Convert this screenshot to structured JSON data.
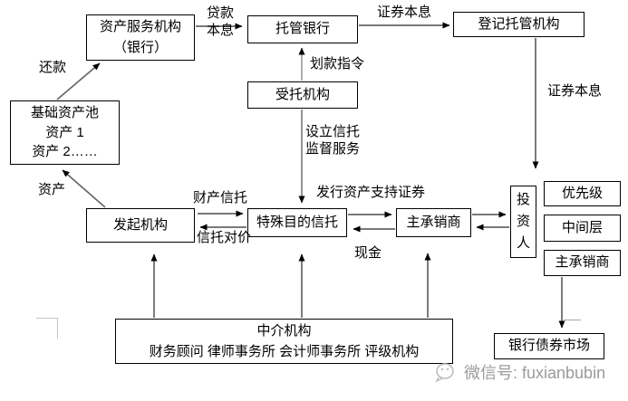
{
  "diagram": {
    "nodes": {
      "asset_service": {
        "line1": "资产服务机构",
        "line2": "（银行）"
      },
      "custodian_bank": {
        "label": "托管银行"
      },
      "registry": {
        "label": "登记托管机构"
      },
      "trustee": {
        "label": "受托机构"
      },
      "asset_pool": {
        "line1": "基础资产池",
        "line2": "资产 1",
        "line3": "资产 2……"
      },
      "originator": {
        "label": "发起机构"
      },
      "spt": {
        "label": "特殊目的信托"
      },
      "underwriter": {
        "label": "主承销商"
      },
      "investor": {
        "label": "投资人"
      },
      "tranche_senior": {
        "label": "优先级"
      },
      "tranche_mezzanine": {
        "label": "中间层"
      },
      "tranche_underwriter": {
        "label": "主承销商"
      },
      "bank_bond_market": {
        "label": "银行债券市场"
      },
      "intermediary": {
        "line1": "中介机构",
        "line2": "财务顾问 律师事务所 会计师事务所 评级机构"
      }
    },
    "edge_labels": {
      "loan_line1": "贷款",
      "loan_line2": "本息",
      "securities_pi_top": "证券本息",
      "transfer_order": "划款指令",
      "repayment": "还款",
      "assets": "资产",
      "property_trust": "财产信托",
      "trust_consideration": "信托对价",
      "setup_trust_line1": "设立信托",
      "setup_trust_line2": "监督服务",
      "issue_abs": "发行资产支持证券",
      "cash": "现金",
      "securities_pi_right": "证券本息"
    },
    "watermark": {
      "text": "微信号: fuxianbubin"
    },
    "colors": {
      "line": "#666666",
      "arrowhead": "#000000",
      "border": "#000000",
      "watermark": "#9b9b9b"
    }
  }
}
